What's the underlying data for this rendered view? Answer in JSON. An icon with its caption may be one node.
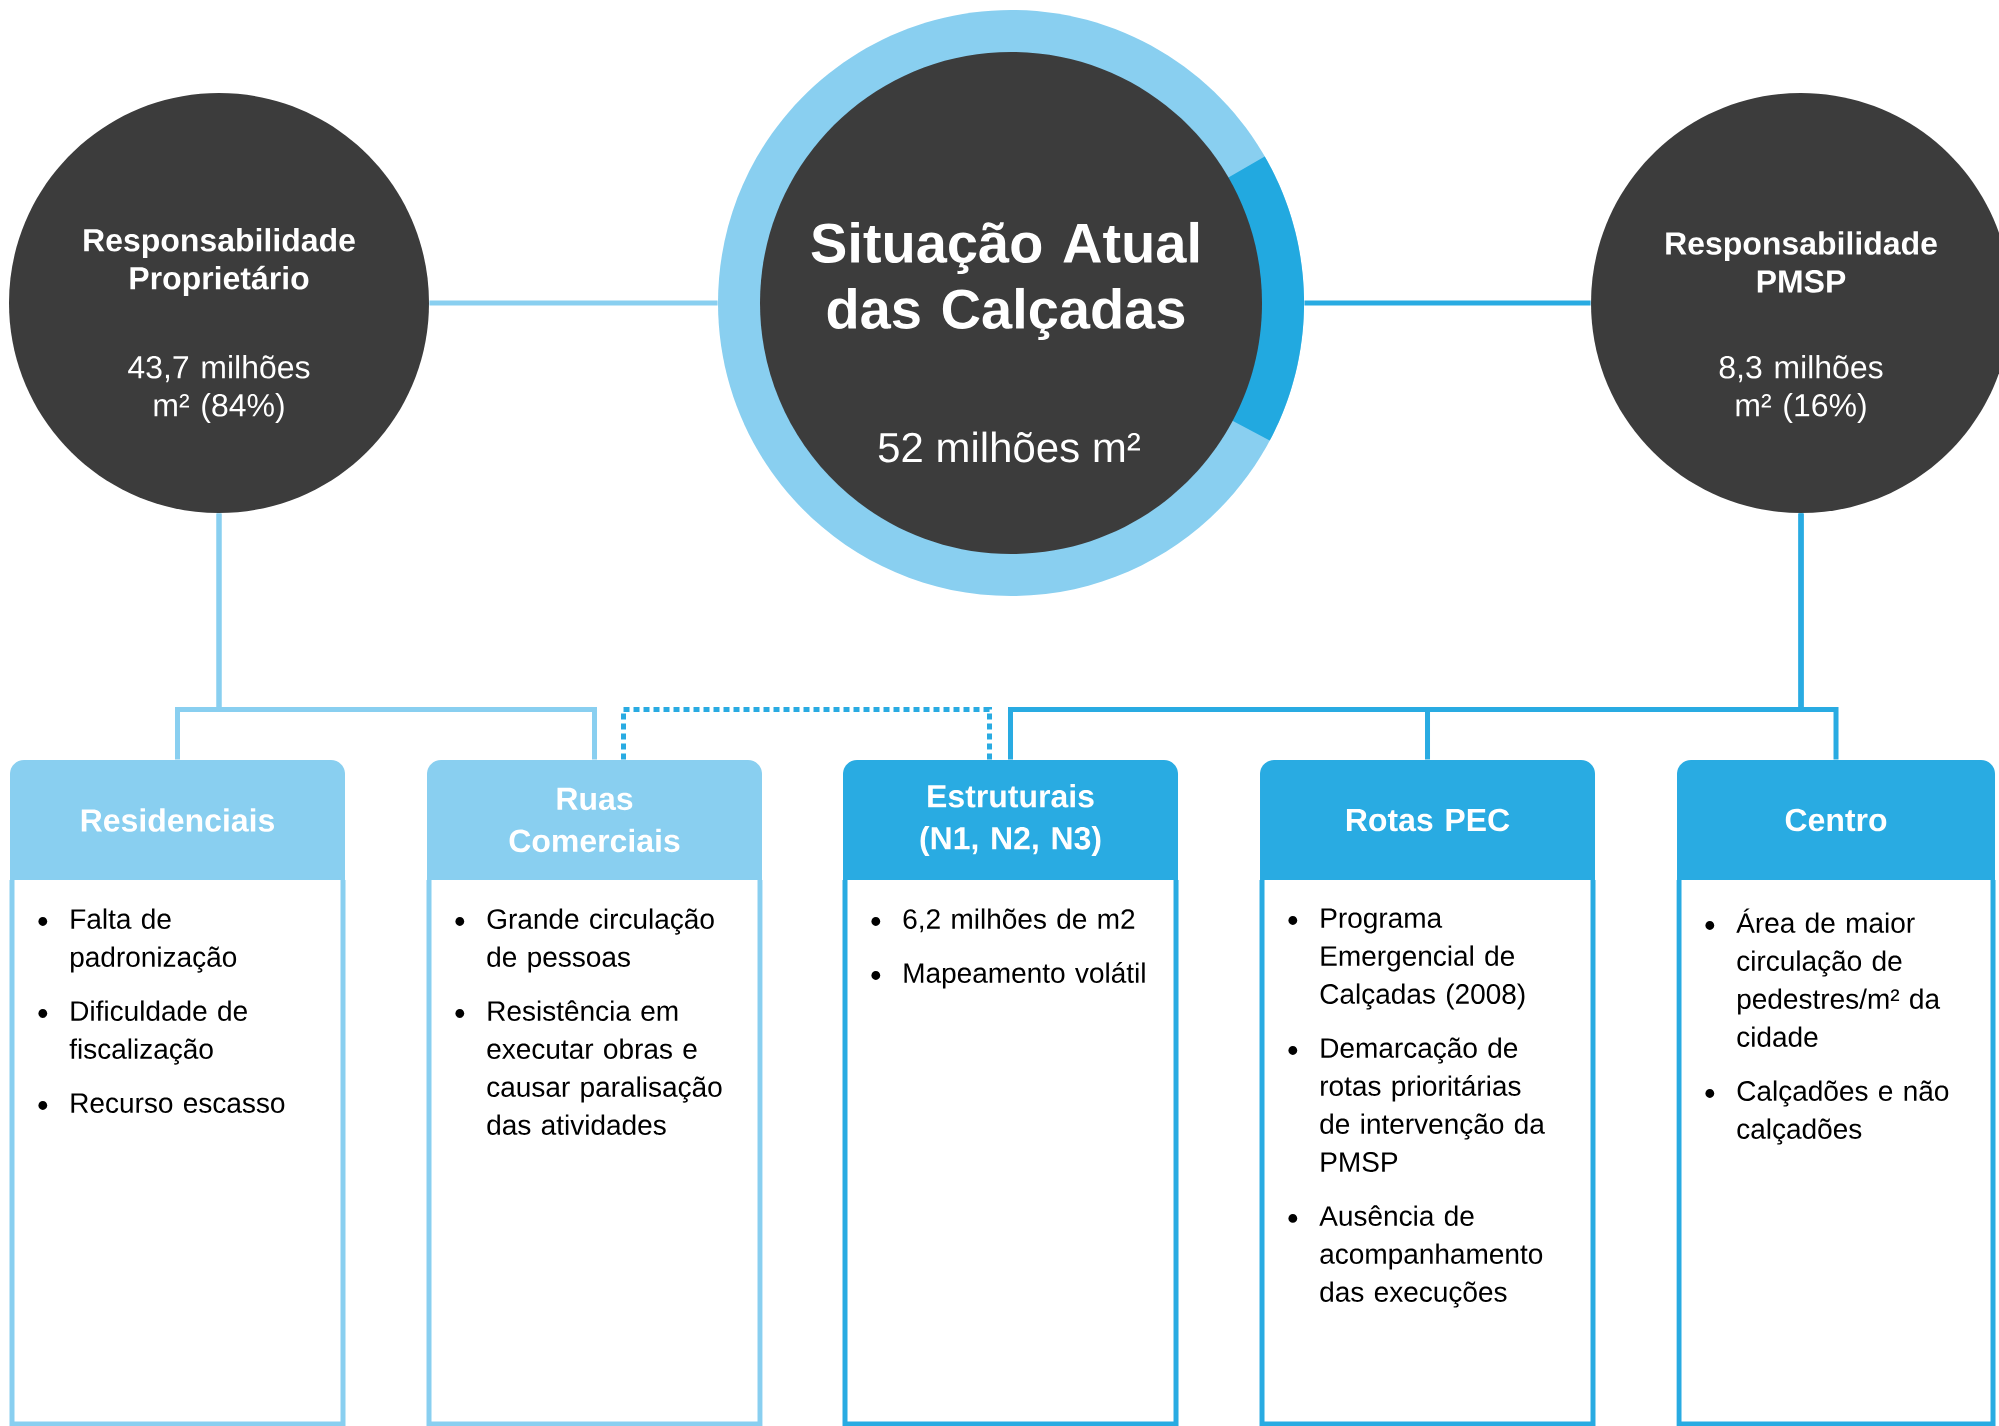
{
  "diagram": {
    "nodes": [
      {
        "text": [
          "Responsabilidade Proprietário",
          "43,7 milhões m² (84%)"
        ]
      },
      {
        "text": [
          "Situação Atual das Calçadas",
          "52 milhões m²"
        ]
      },
      {
        "text": [
          "Responsabilidade PMSP",
          "8,3 milhões m² (16%)"
        ]
      },
      {
        "text": [
          "Residenciais",
          "Falta de padronização",
          "Dificuldade de fiscalização",
          "Recurso escasso"
        ]
      },
      {
        "text": [
          "Ruas Comerciais",
          "Grande circulação de pessoas",
          "Resistência em executar obras e causar paralisação das atividades"
        ]
      },
      {
        "text": [
          "Estruturais (N1, N2, N3)",
          "6,2 milhões de m2",
          "Mapeamento volátil"
        ]
      },
      {
        "text": [
          "Rotas PEC",
          "Programa Emergencial de Calçadas (2008)",
          "Demarcação de rotas prioritárias de intervenção da PMSP",
          "Ausência de acompanhamento das execuções"
        ]
      },
      {
        "text": [
          "Centro",
          "Área de maior circulação de pedestres/m² da cidade",
          "Calçadões e não calçadões"
        ]
      }
    ],
    "edges": [
      {
        "from": 1,
        "to": 0,
        "arrow": "none",
        "color": "#89cff0"
      },
      {
        "from": 1,
        "to": 2,
        "arrow": "none",
        "color": "#29abe2"
      },
      {
        "from": 0,
        "to": 3,
        "arrow": "none",
        "color": "#89cff0"
      },
      {
        "from": 0,
        "to": 4,
        "arrow": "none",
        "color": "#89cff0"
      },
      {
        "from": 4,
        "to": 5,
        "arrow": "none",
        "style": "dashed",
        "color": "#29abe2"
      },
      {
        "from": 2,
        "to": 5,
        "arrow": "none",
        "color": "#29abe2"
      },
      {
        "from": 2,
        "to": 6,
        "arrow": "none",
        "color": "#29abe2"
      },
      {
        "from": 2,
        "to": 7,
        "arrow": "none",
        "color": "#29abe2"
      }
    ]
  }
}
